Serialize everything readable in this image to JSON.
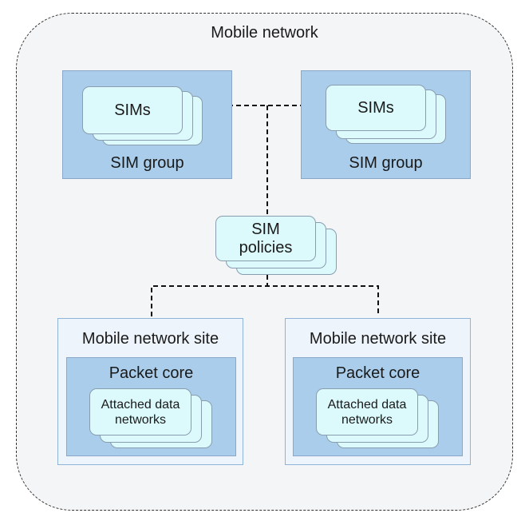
{
  "network": {
    "title": "Mobile network"
  },
  "sim_groups": [
    {
      "label": "SIM group",
      "card_label": "SIMs"
    },
    {
      "label": "SIM group",
      "card_label": "SIMs"
    }
  ],
  "sim_policies": {
    "label": "SIM\npolicies"
  },
  "sites": [
    {
      "label": "Mobile network site",
      "core_label": "Packet core",
      "card_label": "Attached data\nnetworks"
    },
    {
      "label": "Mobile network site",
      "core_label": "Packet core",
      "card_label": "Attached data\nnetworks"
    }
  ],
  "colors": {
    "outer_background": "#f4f5f7",
    "group_fill": "#a9cdea",
    "card_fill": "#dcfafc",
    "site_fill": "#eef4fb"
  }
}
